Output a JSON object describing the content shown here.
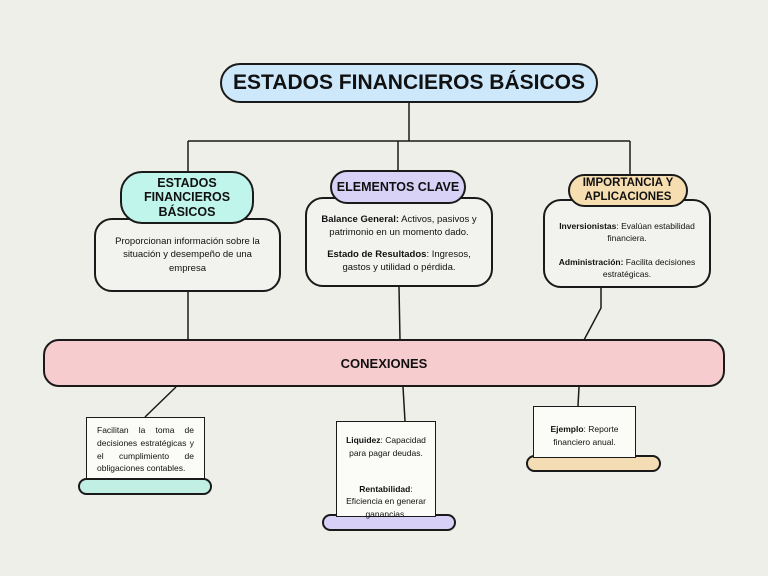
{
  "title": "ESTADOS FINANCIEROS BÁSICOS",
  "branches": [
    {
      "label": "ESTADOS FINANCIEROS BÁSICOS",
      "description": "Proporcionan información sobre la situación y desempeño de una empresa"
    },
    {
      "label": "ELEMENTOS CLAVE",
      "items": [
        {
          "term": "Balance General:",
          "text": " Activos, pasivos y patrimonio en un momento dado."
        },
        {
          "term": "Estado de Resultados",
          "text": ": Ingresos, gastos y utilidad o pérdida."
        }
      ]
    },
    {
      "label": "IMPORTANCIA Y APLICACIONES",
      "items": [
        {
          "term": "Inversionistas",
          "text": ": Evalúan estabilidad financiera."
        },
        {
          "term": "Administración:",
          "text": " Facilita decisiones estratégicas."
        }
      ]
    }
  ],
  "connections": {
    "label": "CONEXIONES",
    "notes": [
      {
        "text": "Facilitan la toma de decisiones estratégicas y el cumplimiento de obligaciones contables."
      },
      {
        "items": [
          {
            "term": "Liquidez",
            "text": ": Capacidad para pagar deudas."
          },
          {
            "term": "Rentabilidad",
            "text": ": Eficiencia en generar ganancias."
          }
        ]
      },
      {
        "items": [
          {
            "term": "Ejemplo",
            "text": ": Reporte financiero anual."
          }
        ]
      }
    ]
  },
  "colors": {
    "background": "#efefea",
    "title_fill": "#cde8fb",
    "mint": "#bff5ea",
    "lavender": "#d8d2f7",
    "peach": "#f6deb1",
    "pink": "#f7cccf",
    "stroke": "#1a1a1a"
  }
}
